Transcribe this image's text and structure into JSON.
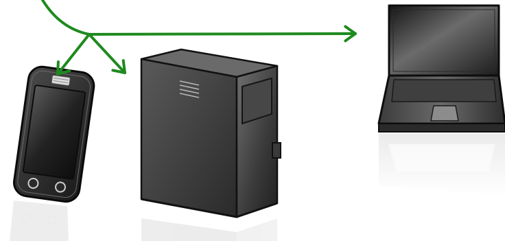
{
  "diagram": {
    "connector_color": "#1e8a1e",
    "nodes": [
      {
        "id": "smartphone",
        "icon": "smartphone-icon"
      },
      {
        "id": "desktop-tower",
        "icon": "desktop-tower-icon"
      },
      {
        "id": "laptop",
        "icon": "laptop-icon"
      }
    ],
    "edges": [
      {
        "from": "hub",
        "to": "smartphone"
      },
      {
        "from": "hub",
        "to": "desktop-tower"
      },
      {
        "from": "hub",
        "to": "laptop"
      }
    ]
  }
}
